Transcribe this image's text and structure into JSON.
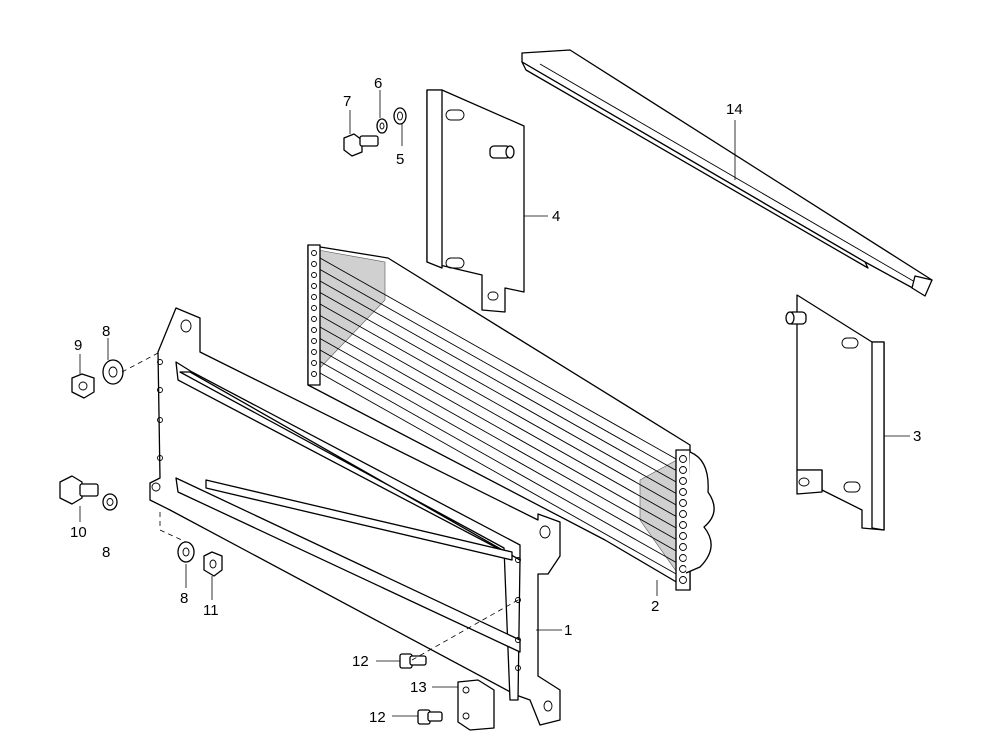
{
  "callouts": {
    "c1": "1",
    "c2": "2",
    "c3": "3",
    "c4": "4",
    "c5": "5",
    "c6": "6",
    "c7": "7",
    "c8a": "8",
    "c8b": "8",
    "c8c": "8",
    "c9": "9",
    "c10": "10",
    "c11": "11",
    "c12a": "12",
    "c12b": "12",
    "c13": "13",
    "c14": "14"
  }
}
